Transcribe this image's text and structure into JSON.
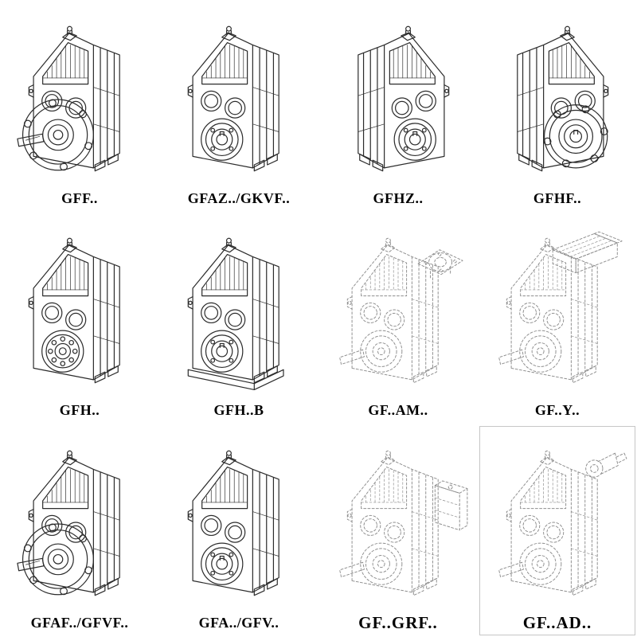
{
  "page": {
    "kind": "gearbox-catalog-line-drawings",
    "background": "#ffffff",
    "colors": {
      "line": "#2c2c2c",
      "dashed_line": "#8e8e8e",
      "label_color": "#000000"
    }
  },
  "items": [
    {
      "id": "gff",
      "label": "GFF..",
      "drawing": "flange-shaft-gearbox-solid"
    },
    {
      "id": "gfaz-gkvf",
      "label": "GFAZ../GKVF..",
      "drawing": "hollow-shaft-gearbox-solid"
    },
    {
      "id": "gfhz",
      "label": "GFHZ..",
      "drawing": "hollow-shaft-gearbox-mirrored-solid"
    },
    {
      "id": "gfhf",
      "label": "GFHF..",
      "drawing": "flange-face-gearbox-mirrored-solid"
    },
    {
      "id": "gfh",
      "label": "GFH..",
      "drawing": "bearing-face-gearbox-solid"
    },
    {
      "id": "gfh-b",
      "label": "GFH..B",
      "drawing": "hollow-shaft-gearbox-with-base-solid"
    },
    {
      "id": "gf-am",
      "label": "GF..AM..",
      "drawing": "gearbox-with-input-flange-dashed"
    },
    {
      "id": "gf-y",
      "label": "GF..Y..",
      "drawing": "gearbox-with-motor-dashed"
    },
    {
      "id": "gfaf-gfvf",
      "label": "GFAF../GFVF..",
      "drawing": "flange-shaft-gearbox-solid"
    },
    {
      "id": "gfa-gfv",
      "label": "GFA../GFV..",
      "drawing": "hollow-shaft-gearbox-solid"
    },
    {
      "id": "gf-grf",
      "label": "GF..GRF..",
      "drawing": "gearbox-with-adapter-box-dashed"
    },
    {
      "id": "gf-ad",
      "label": "GF..AD..",
      "drawing": "gearbox-with-input-adapter-dashed"
    }
  ]
}
